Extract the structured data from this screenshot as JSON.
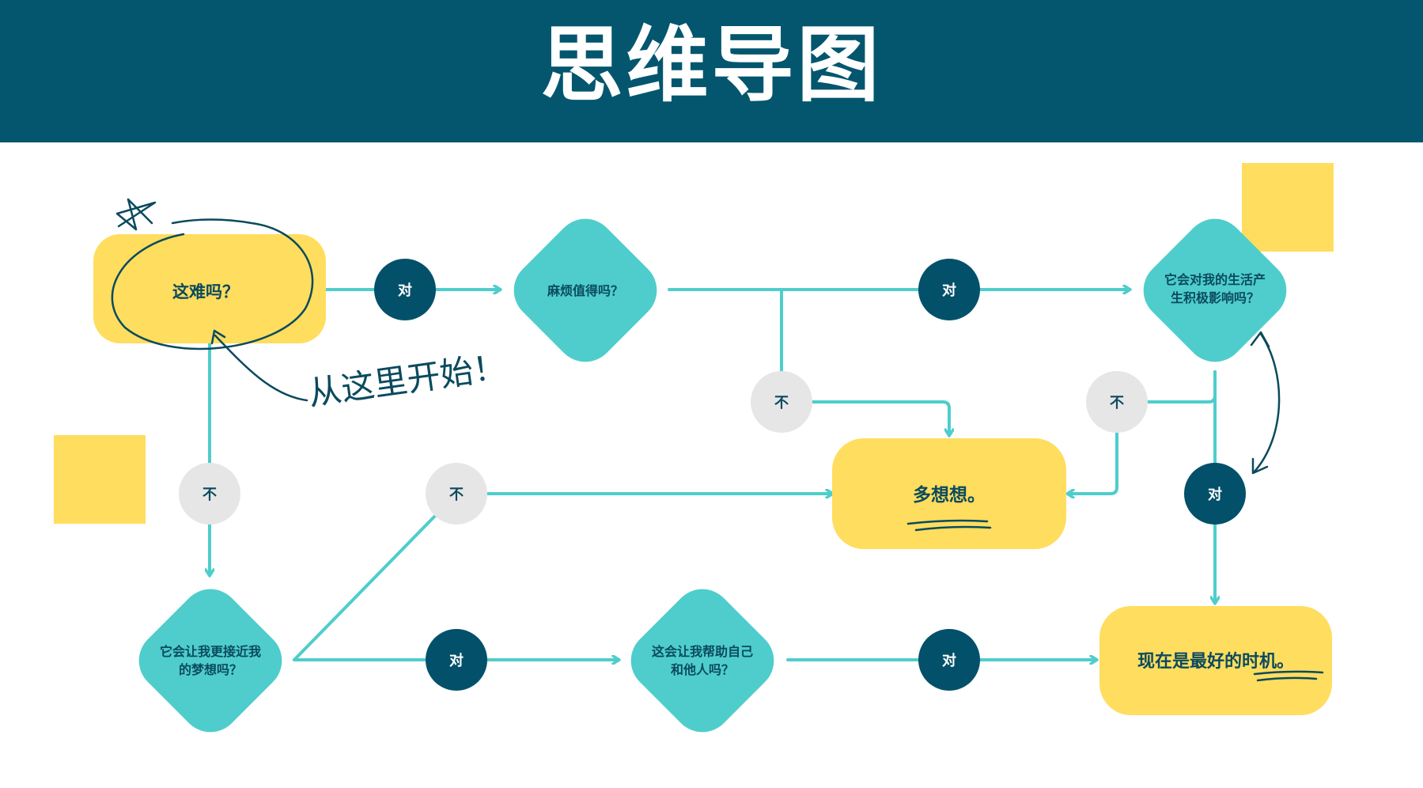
{
  "header": {
    "title": "思维导图"
  },
  "nodes": {
    "start": "这难吗？",
    "worth_it": "麻烦值得吗？",
    "productive": [
      "它会对我的生活产",
      "生积极影响吗？"
    ],
    "dream": [
      "它会让我更接近我",
      "的梦想吗？"
    ],
    "help": [
      "这会让我帮助自己",
      "和他人吗？"
    ],
    "think_more": "多想想。",
    "best_time": "现在是最好的时机。"
  },
  "badges": {
    "yes": "对",
    "no": "不"
  },
  "annotation": {
    "start_here": "从这里开始！"
  },
  "colors": {
    "header_bg": "#03566e",
    "teal": "#4ecdcc",
    "yellow": "#ffdd5e",
    "dark_badge": "#03506a",
    "grey_badge": "#e6e6e6",
    "line": "#4ecdcc",
    "ink": "#0b4a5e"
  }
}
